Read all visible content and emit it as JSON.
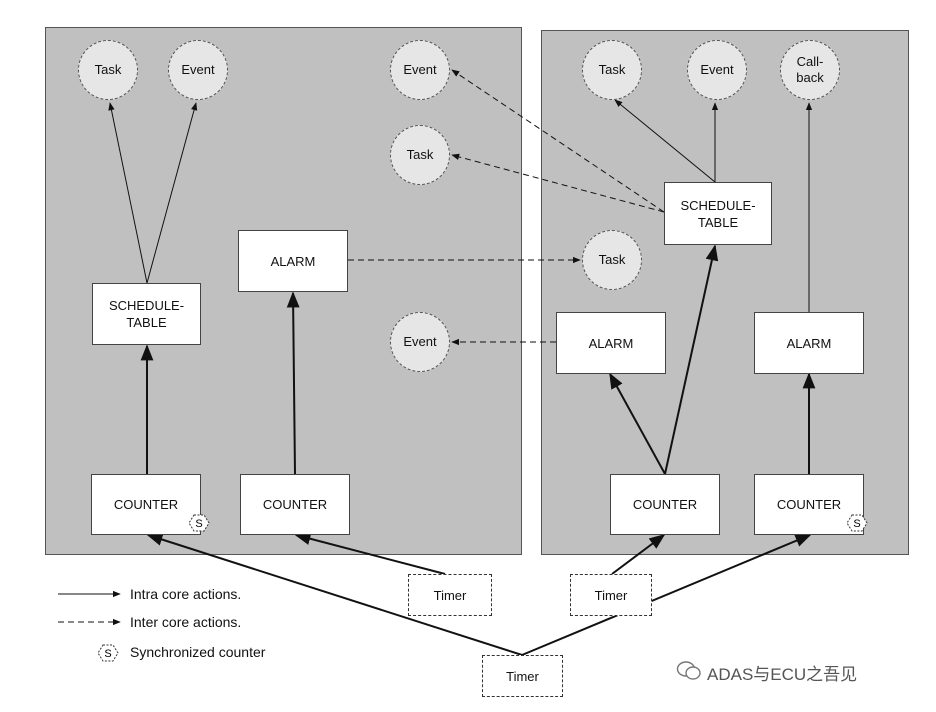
{
  "nodes": {
    "lt_task": "Task",
    "lt_event": "Event",
    "mid_event_top": "Event",
    "mid_task": "Task",
    "rt_task": "Task",
    "rt_event": "Event",
    "rt_callback": "Call-\nback",
    "rt_task_mid": "Task",
    "mid_event_low": "Event"
  },
  "boxes": {
    "left_schedule": "SCHEDULE-\nTABLE",
    "left_alarm": "ALARM",
    "left_counter_1": "COUNTER",
    "left_counter_2": "COUNTER",
    "right_schedule": "SCHEDULE-\nTABLE",
    "right_alarm_1": "ALARM",
    "right_alarm_2": "ALARM",
    "right_counter_1": "COUNTER",
    "right_counter_2": "COUNTER",
    "timer_left": "Timer",
    "timer_right": "Timer",
    "timer_bottom": "Timer"
  },
  "legend": {
    "intra": "Intra core actions.",
    "inter": "Inter core actions.",
    "sync": "Synchronized counter",
    "sync_symbol": "S"
  },
  "watermark": "ADAS与ECU之吾见"
}
